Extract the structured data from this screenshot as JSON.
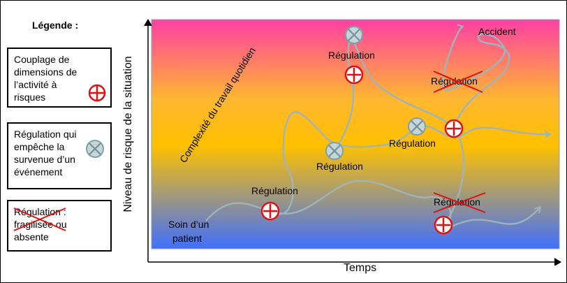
{
  "legend": {
    "title": "Légende :",
    "items": [
      {
        "text": "Couplage de\ndimensions de\nl’activité à\nrisques",
        "symbol": "coupling-symbol"
      },
      {
        "text": "Régulation qui\nempêche la\nsurvenue d’un\névénement",
        "symbol": "regulation-symbol"
      },
      {
        "text": "Régulation :\nfragilisée ou\nabsente",
        "symbol": "crossed-text"
      }
    ]
  },
  "axes": {
    "y_label": "Niveau de risque de la situation",
    "x_label": "Temps"
  },
  "diagram": {
    "complexity_label": "Complexité du travail quotidien",
    "start_label_line1": "Soin d’un",
    "start_label_line2": "patient",
    "accident_label": "Accident",
    "regulation_label": "Régulation",
    "gradient_colors": [
      "#ff3fa4",
      "#ffb830",
      "#ffc000",
      "#3f6fff"
    ],
    "coupling_color": "#e01010",
    "regulation_color": "#a9c4c8",
    "path_color": "#9fb4ba",
    "cross_color": "#e01010"
  }
}
